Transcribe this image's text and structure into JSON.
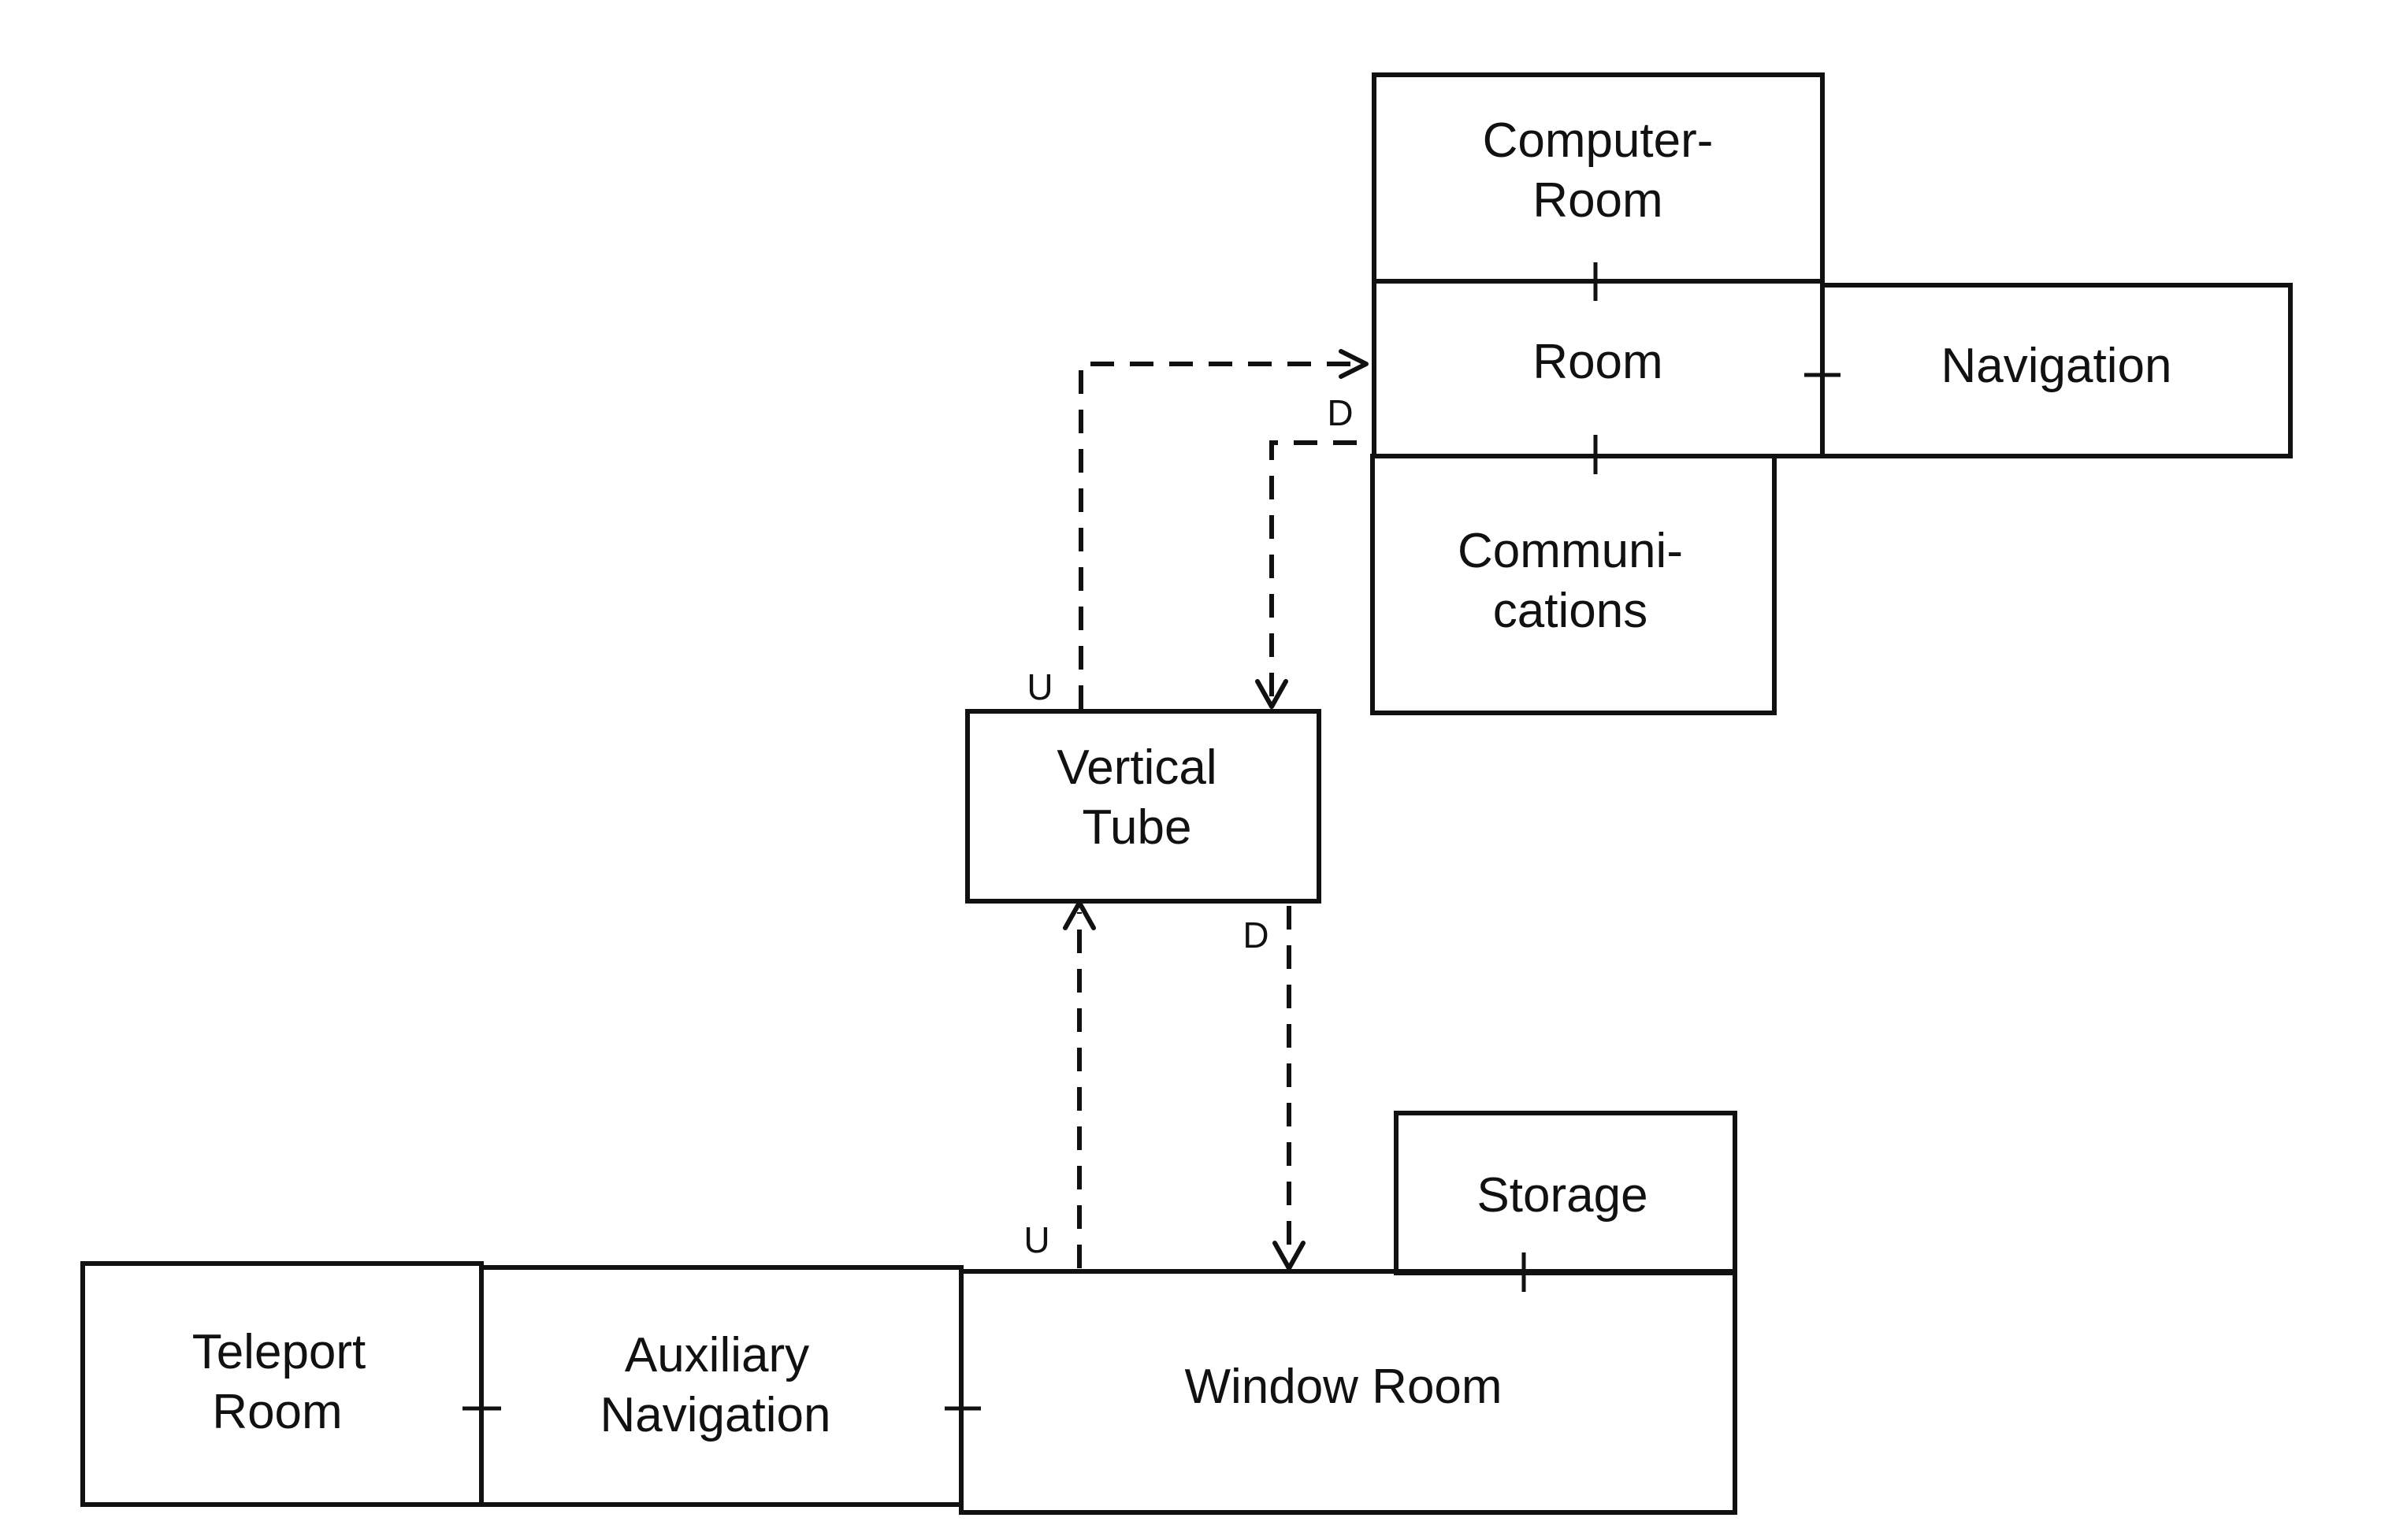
{
  "rooms": {
    "computer_room": {
      "line1": "Computer-",
      "line2": "Room"
    },
    "room": {
      "label": "Room"
    },
    "navigation": {
      "label": "Navigation"
    },
    "communications": {
      "line1": "Communi-",
      "line2": "cations"
    },
    "vertical_tube": {
      "line1": "Vertical",
      "line2": "Tube"
    },
    "storage": {
      "label": "Storage"
    },
    "teleport_room": {
      "line1": "Teleport",
      "line2": "Room"
    },
    "auxiliary_navigation": {
      "line1": "Auxiliary",
      "line2": "Navigation"
    },
    "window_room": {
      "label": "Window Room"
    }
  },
  "connections": {
    "tube_up_upper": {
      "label": "U"
    },
    "tube_down_upper": {
      "label": "D"
    },
    "tube_up_lower": {
      "label": "U"
    },
    "tube_down_lower": {
      "label": "D"
    }
  }
}
